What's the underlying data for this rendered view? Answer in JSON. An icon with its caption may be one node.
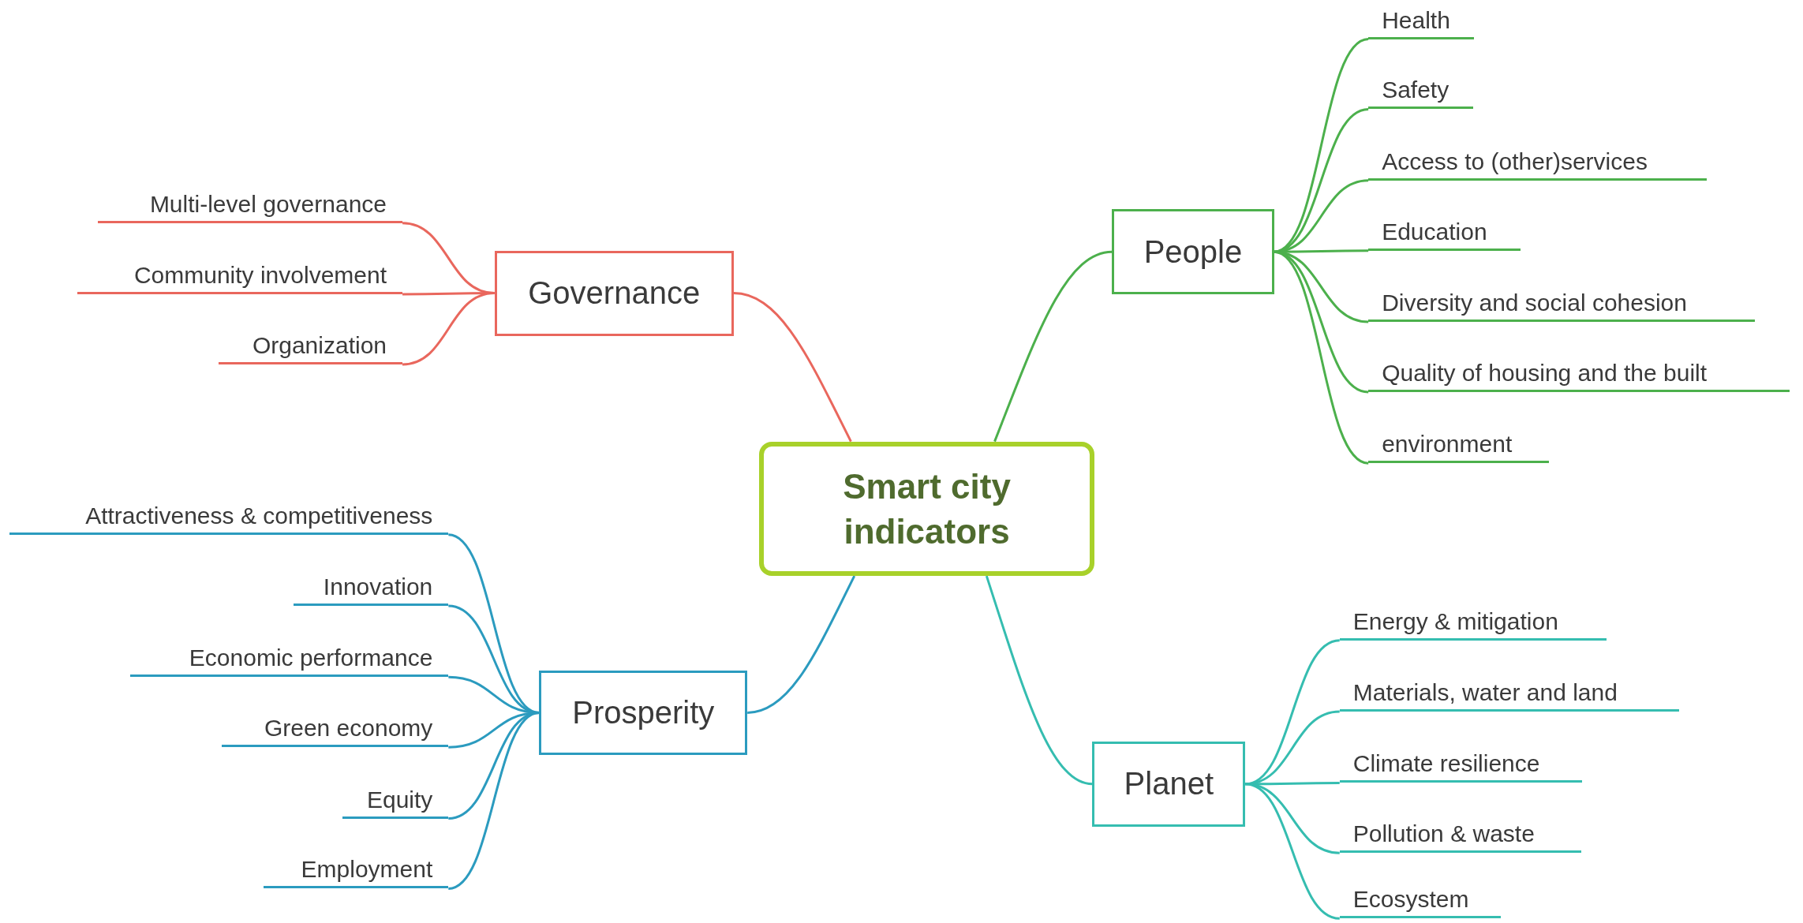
{
  "diagram": {
    "nodes": [
      {
        "text": [
          "Smart city indicators"
        ]
      },
      {
        "text": [
          "Governance"
        ]
      },
      {
        "text": [
          "Multi-level governance"
        ]
      },
      {
        "text": [
          "Community involvement"
        ]
      },
      {
        "text": [
          "Organization"
        ]
      },
      {
        "text": [
          "People"
        ]
      },
      {
        "text": [
          "Health"
        ]
      },
      {
        "text": [
          "Safety"
        ]
      },
      {
        "text": [
          "Access to (other)services"
        ]
      },
      {
        "text": [
          "Education"
        ]
      },
      {
        "text": [
          "Diversity and social cohesion"
        ]
      },
      {
        "text": [
          "Quality of housing and the built"
        ]
      },
      {
        "text": [
          "environment"
        ]
      },
      {
        "text": [
          "Prosperity"
        ]
      },
      {
        "text": [
          "Attractiveness & competitiveness"
        ]
      },
      {
        "text": [
          "Innovation"
        ]
      },
      {
        "text": [
          "Economic performance"
        ]
      },
      {
        "text": [
          "Green economy"
        ]
      },
      {
        "text": [
          "Equity"
        ]
      },
      {
        "text": [
          "Employment"
        ]
      },
      {
        "text": [
          "Planet"
        ]
      },
      {
        "text": [
          "Energy & mitigation"
        ]
      },
      {
        "text": [
          "Materials, water and land"
        ]
      },
      {
        "text": [
          "Climate resilience"
        ]
      },
      {
        "text": [
          "Pollution & waste"
        ]
      },
      {
        "text": [
          "Ecosystem"
        ]
      }
    ],
    "edges": [
      {
        "from": 0,
        "to": 1,
        "arrow": "none",
        "color": "#e9675d"
      },
      {
        "from": 0,
        "to": 5,
        "arrow": "none"
      },
      {
        "from": 0,
        "to": 13,
        "arrow": "none",
        "color": "#2b9bbf"
      },
      {
        "from": 0,
        "to": 20,
        "arrow": "none",
        "color": "#35bdb0"
      },
      {
        "from": 1,
        "to": 2,
        "arrow": "none",
        "color": "#e9675d"
      },
      {
        "from": 1,
        "to": 3,
        "arrow": "none",
        "color": "#e9675d"
      },
      {
        "from": 1,
        "to": 4,
        "arrow": "none",
        "color": "#e9675d"
      },
      {
        "from": 5,
        "to": 6,
        "arrow": "none"
      },
      {
        "from": 5,
        "to": 7,
        "arrow": "none"
      },
      {
        "from": 5,
        "to": 8,
        "arrow": "none"
      },
      {
        "from": 5,
        "to": 9,
        "arrow": "none"
      },
      {
        "from": 5,
        "to": 10,
        "arrow": "none"
      },
      {
        "from": 5,
        "to": 11,
        "arrow": "none"
      },
      {
        "from": 5,
        "to": 12,
        "arrow": "none"
      },
      {
        "from": 13,
        "to": 14,
        "arrow": "none",
        "color": "#2b9bbf"
      },
      {
        "from": 13,
        "to": 15,
        "arrow": "none",
        "color": "#2b9bbf"
      },
      {
        "from": 13,
        "to": 16,
        "arrow": "none",
        "color": "#2b9bbf"
      },
      {
        "from": 13,
        "to": 17,
        "arrow": "none",
        "color": "#2b9bbf"
      },
      {
        "from": 13,
        "to": 18,
        "arrow": "none",
        "color": "#2b9bbf"
      },
      {
        "from": 13,
        "to": 19,
        "arrow": "none",
        "color": "#2b9bbf"
      },
      {
        "from": 20,
        "to": 21,
        "arrow": "none",
        "color": "#35bdb0"
      },
      {
        "from": 20,
        "to": 22,
        "arrow": "none",
        "color": "#35bdb0"
      },
      {
        "from": 20,
        "to": 23,
        "arrow": "none",
        "color": "#35bdb0"
      },
      {
        "from": 20,
        "to": 24,
        "arrow": "none",
        "color": "#35bdb0"
      },
      {
        "from": 20,
        "to": 25,
        "arrow": "none",
        "color": "#35bdb0"
      }
    ]
  }
}
